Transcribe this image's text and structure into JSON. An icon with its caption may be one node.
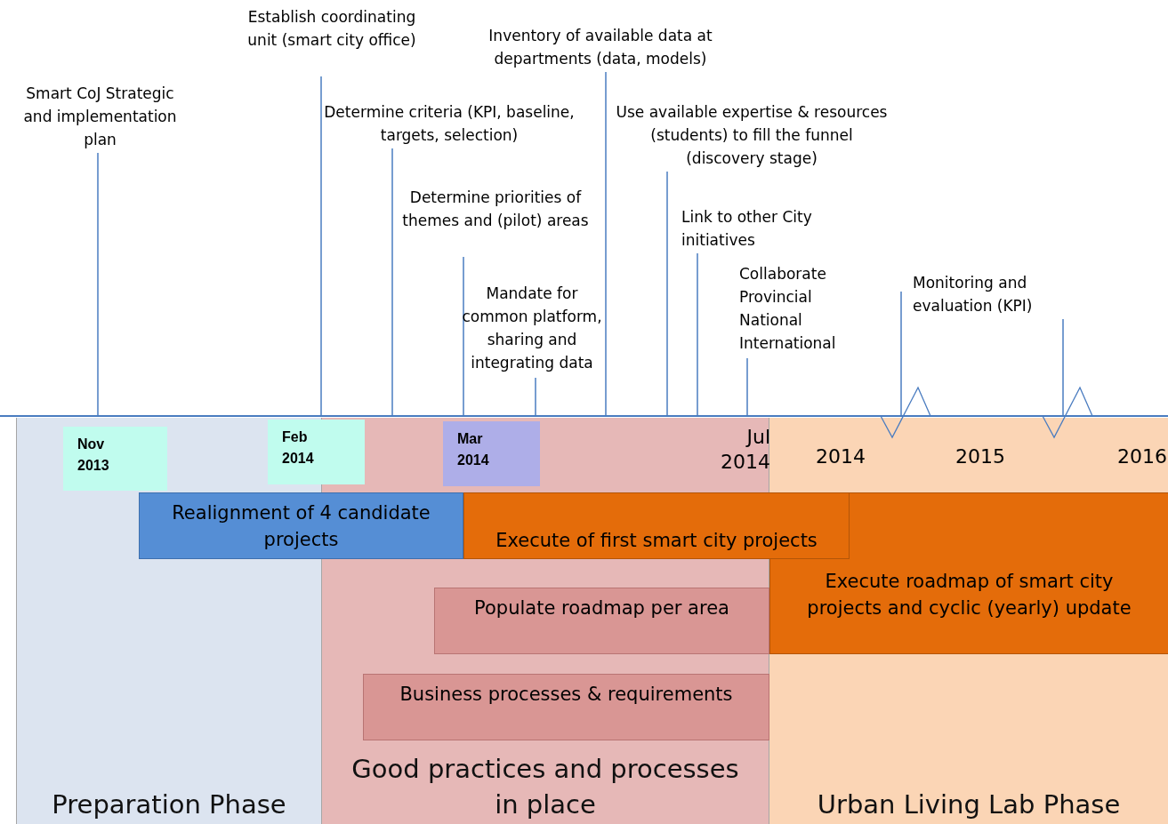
{
  "diagram": {
    "nodes": [
      {
        "text": [
          "Smart CoJ Strategic and implementation plan"
        ]
      },
      {
        "text": [
          "Establish coordinating unit (smart city office)"
        ]
      },
      {
        "text": [
          "Determine criteria (KPI, baseline, targets, selection)"
        ]
      },
      {
        "text": [
          "Inventory of available data at departments (data, models)"
        ]
      },
      {
        "text": [
          "Determine priorities of themes and (pilot) areas"
        ]
      },
      {
        "text": [
          "Use available expertise & resources (students) to fill the funnel (discovery stage)"
        ]
      },
      {
        "text": [
          "Mandate for common platform, sharing and integrating data"
        ]
      },
      {
        "text": [
          "Link to other City initiatives"
        ]
      },
      {
        "text": [
          "Collaborate Provincial National International"
        ]
      },
      {
        "text": [
          "Monitoring and evaluation (KPI)"
        ]
      },
      {
        "text": [
          "Preparation Phase"
        ]
      },
      {
        "text": [
          "Good practices and processes in place"
        ]
      },
      {
        "text": [
          "Urban Living Lab Phase"
        ]
      },
      {
        "text": [
          "Nov 2013"
        ],
        "in": 10
      },
      {
        "text": [
          "Feb 2014"
        ]
      },
      {
        "text": [
          "Mar 2014"
        ],
        "in": 11
      },
      {
        "text": [
          "Realignment of 4 candidate projects"
        ]
      },
      {
        "text": [
          "Execute roadmap of smart city projects and cyclic (yearly) update"
        ],
        "in": 12
      },
      {
        "text": [
          "Execute of first smart city projects"
        ]
      },
      {
        "text": [
          "Populate roadmap per area"
        ],
        "in": 11
      },
      {
        "text": [
          "Business processes & requirements"
        ],
        "in": 11
      },
      {
        "text": [],
        "shape": "line"
      }
    ],
    "edges": [
      {
        "from": 0,
        "to": 21,
        "arrow": "none"
      },
      {
        "from": 1,
        "to": 21,
        "arrow": "none"
      },
      {
        "from": 2,
        "to": 21,
        "arrow": "none"
      },
      {
        "from": 3,
        "to": 21,
        "arrow": "none"
      },
      {
        "from": 4,
        "to": 21,
        "arrow": "none"
      },
      {
        "from": 5,
        "to": 21,
        "arrow": "none"
      },
      {
        "from": 6,
        "to": 21,
        "arrow": "none"
      },
      {
        "from": 7,
        "to": 21,
        "arrow": "none"
      },
      {
        "from": 8,
        "to": 21,
        "arrow": "none"
      },
      {
        "from": 9,
        "to": 21,
        "arrow": "none"
      },
      {
        "from": 9,
        "to": 21,
        "arrow": "none"
      }
    ],
    "labels": [
      "Jul 2014",
      "2014",
      "2015",
      "2016"
    ]
  }
}
